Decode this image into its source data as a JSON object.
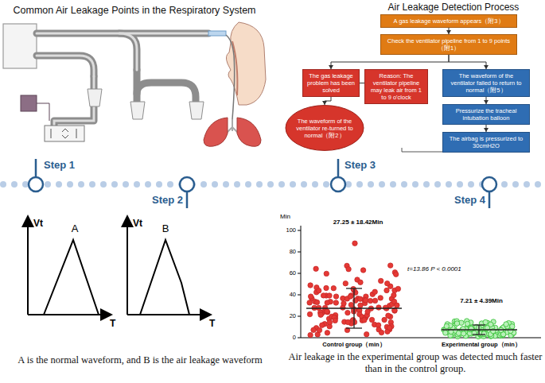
{
  "diagram": {
    "nodes": [
      {
        "text": [
          "A gas leakage waveform appears（附3）"
        ]
      },
      {
        "text": [
          "Check the ventilator pipeline from 1 to 9 points（附1）"
        ]
      },
      {
        "text": [
          "The gas leakage problem has been solved"
        ]
      },
      {
        "text": [
          "Reason: The ventilator pipeline may leak air from 1 to 9 o'clock"
        ]
      },
      {
        "text": [
          "The waveform of the ventilator re-turned to normal（附2）"
        ]
      },
      {
        "text": [
          "The waveform of the ventilator failed to return to normal（附5）"
        ]
      },
      {
        "text": [
          "Pressurize the tracheal intubation balloon"
        ]
      },
      {
        "text": [
          "The airbag is pressurized to 30cmH2O"
        ]
      }
    ],
    "edges": [
      {
        "from": 0,
        "to": 1,
        "arrow": "to"
      },
      {
        "from": 1,
        "to": 2,
        "arrow": "to"
      },
      {
        "from": 1,
        "to": 5,
        "arrow": "to"
      },
      {
        "from": 2,
        "to": 3,
        "arrow": "none"
      },
      {
        "from": 2,
        "to": 4,
        "arrow": "to"
      },
      {
        "from": 5,
        "to": 6,
        "arrow": "to"
      },
      {
        "from": 6,
        "to": 7,
        "arrow": "to"
      }
    ],
    "labels": [
      "Common Air Leakage Points in the Respiratory System",
      "Air Leakage Detection Process",
      "Step 1",
      "Step 2",
      "Step 3",
      "Step 4",
      "Vt",
      "A",
      "T",
      "Vt",
      "B",
      "T",
      "A is the normal waveform, and B is the air leakage waveform",
      "Min",
      "100",
      "80",
      "60",
      "40",
      "20",
      "0",
      "27.25 ± 18.42Min",
      "7.21 ± 4.39Min",
      "t=13.86 P < 0.0001",
      "Control group（min）",
      "Experimental group（min）",
      "Air leakage in the experimental group was detected much faster than in the control group."
    ]
  }
}
